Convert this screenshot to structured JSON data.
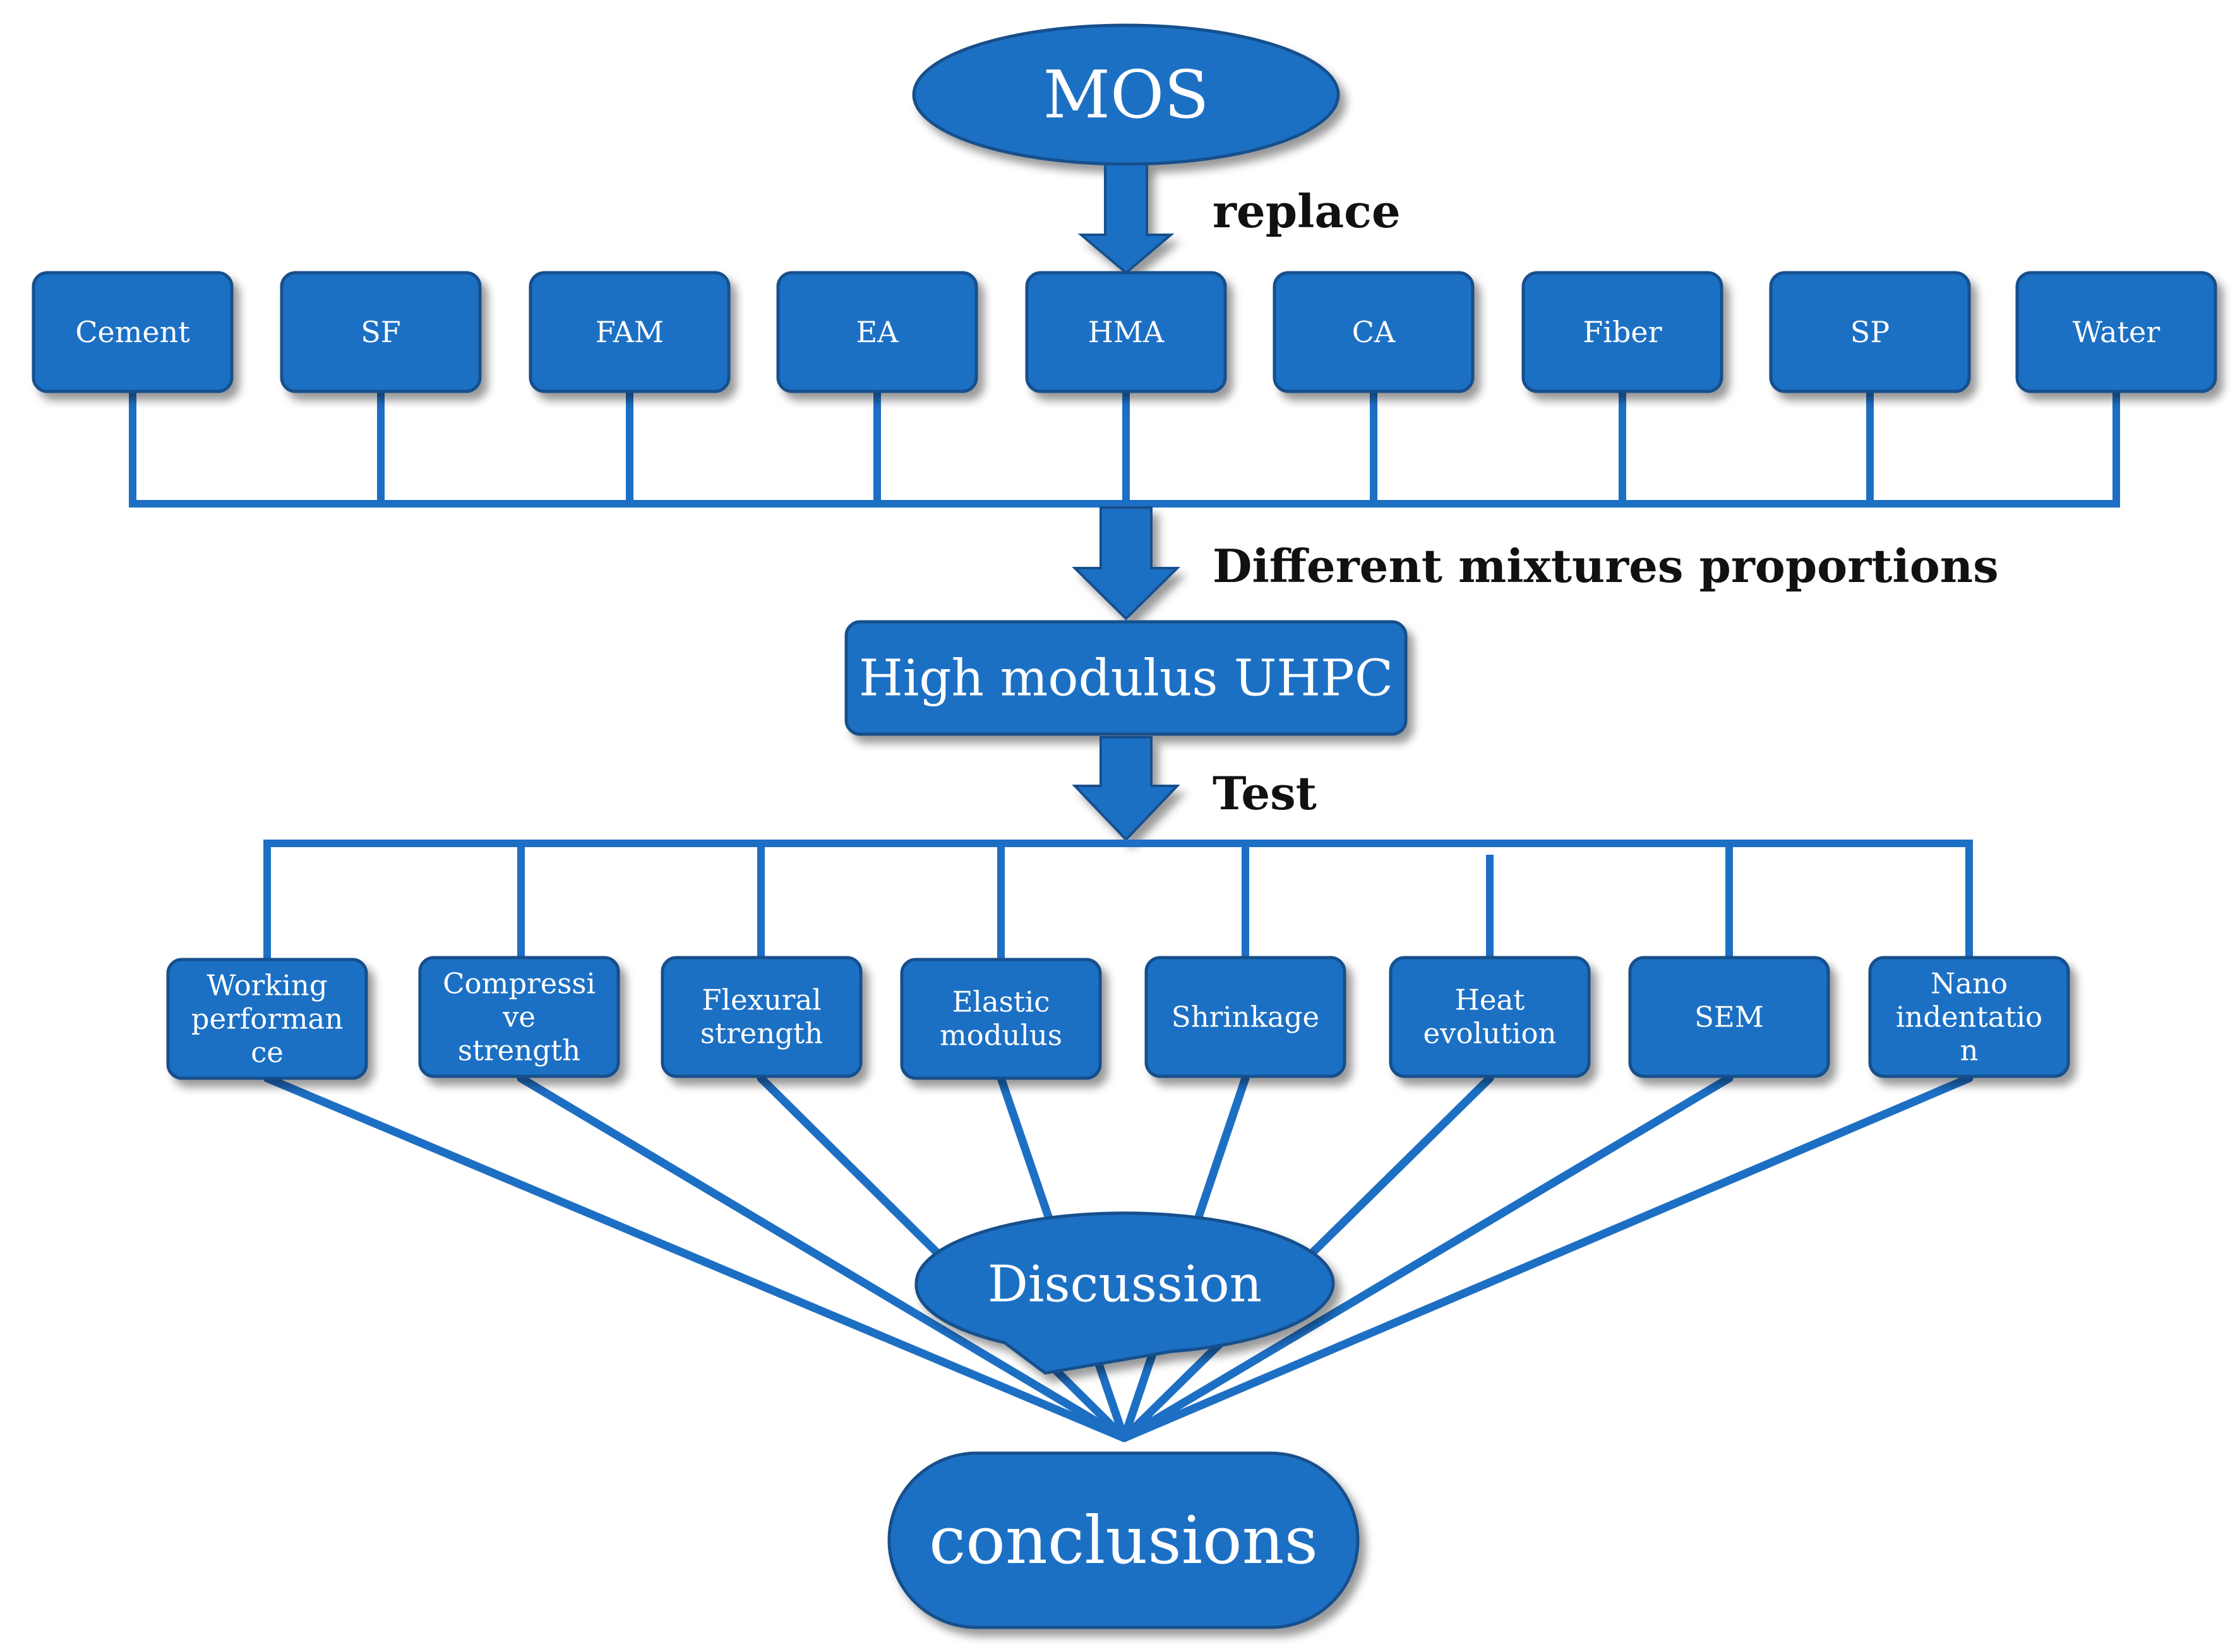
{
  "top": {
    "label": "MOS"
  },
  "edges": {
    "replace": "replace",
    "mixtures": "Different mixtures proportions",
    "test": "Test"
  },
  "materials": [
    "Cement",
    "SF",
    "FAM",
    "EA",
    "HMA",
    "CA",
    "Fiber",
    "SP",
    "Water"
  ],
  "product": {
    "label": "High modulus UHPC"
  },
  "tests": [
    [
      "Working",
      "performan",
      "ce"
    ],
    [
      "Compressi",
      "ve",
      "strength"
    ],
    [
      "Flexural",
      "strength"
    ],
    [
      "Elastic",
      "modulus"
    ],
    [
      "Shrinkage"
    ],
    [
      "Heat",
      "evolution"
    ],
    [
      "SEM"
    ],
    [
      "Nano",
      "indentatio",
      "n"
    ]
  ],
  "discussion": {
    "label": "Discussion"
  },
  "conclusions": {
    "label": "conclusions"
  },
  "colors": {
    "fill": "#1d6fc4",
    "stroke": "#174f8c",
    "text": "#ffffff",
    "label": "#111111"
  }
}
